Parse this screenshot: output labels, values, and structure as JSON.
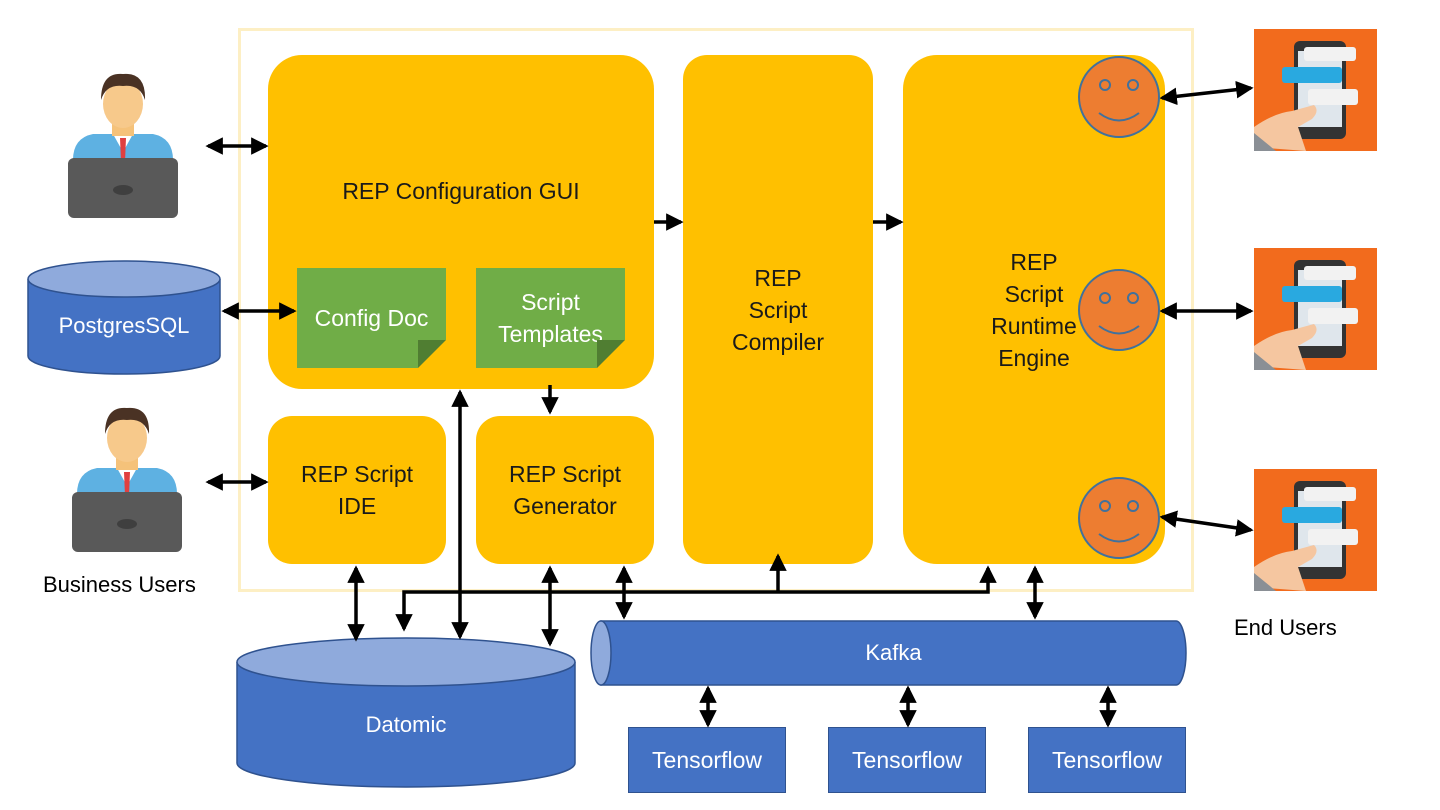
{
  "colors": {
    "accent": "#ffc000",
    "doc": "#70ad47",
    "storage": "#4472c4",
    "face": "#ed7d31",
    "phone_bg": "#f26b1d"
  },
  "components": {
    "config_gui": "REP Configuration GUI",
    "config_doc": "Config Doc",
    "script_templates": "Script\nTemplates",
    "script_ide": "REP Script\nIDE",
    "script_generator": "REP Script\nGenerator",
    "script_compiler": "REP\nScript\nCompiler",
    "runtime_engine": "REP\nScript\nRuntime\nEngine"
  },
  "storage": {
    "postgres": "PostgresSQL",
    "datomic": "Datomic",
    "kafka": "Kafka"
  },
  "ml": {
    "tensorflow": [
      "Tensorflow",
      "Tensorflow",
      "Tensorflow"
    ]
  },
  "actors": {
    "business_users": "Business Users",
    "end_users": "End Users"
  },
  "icons": [
    "business-user-icon",
    "smiley-face-icon",
    "mobile-chat-icon"
  ]
}
